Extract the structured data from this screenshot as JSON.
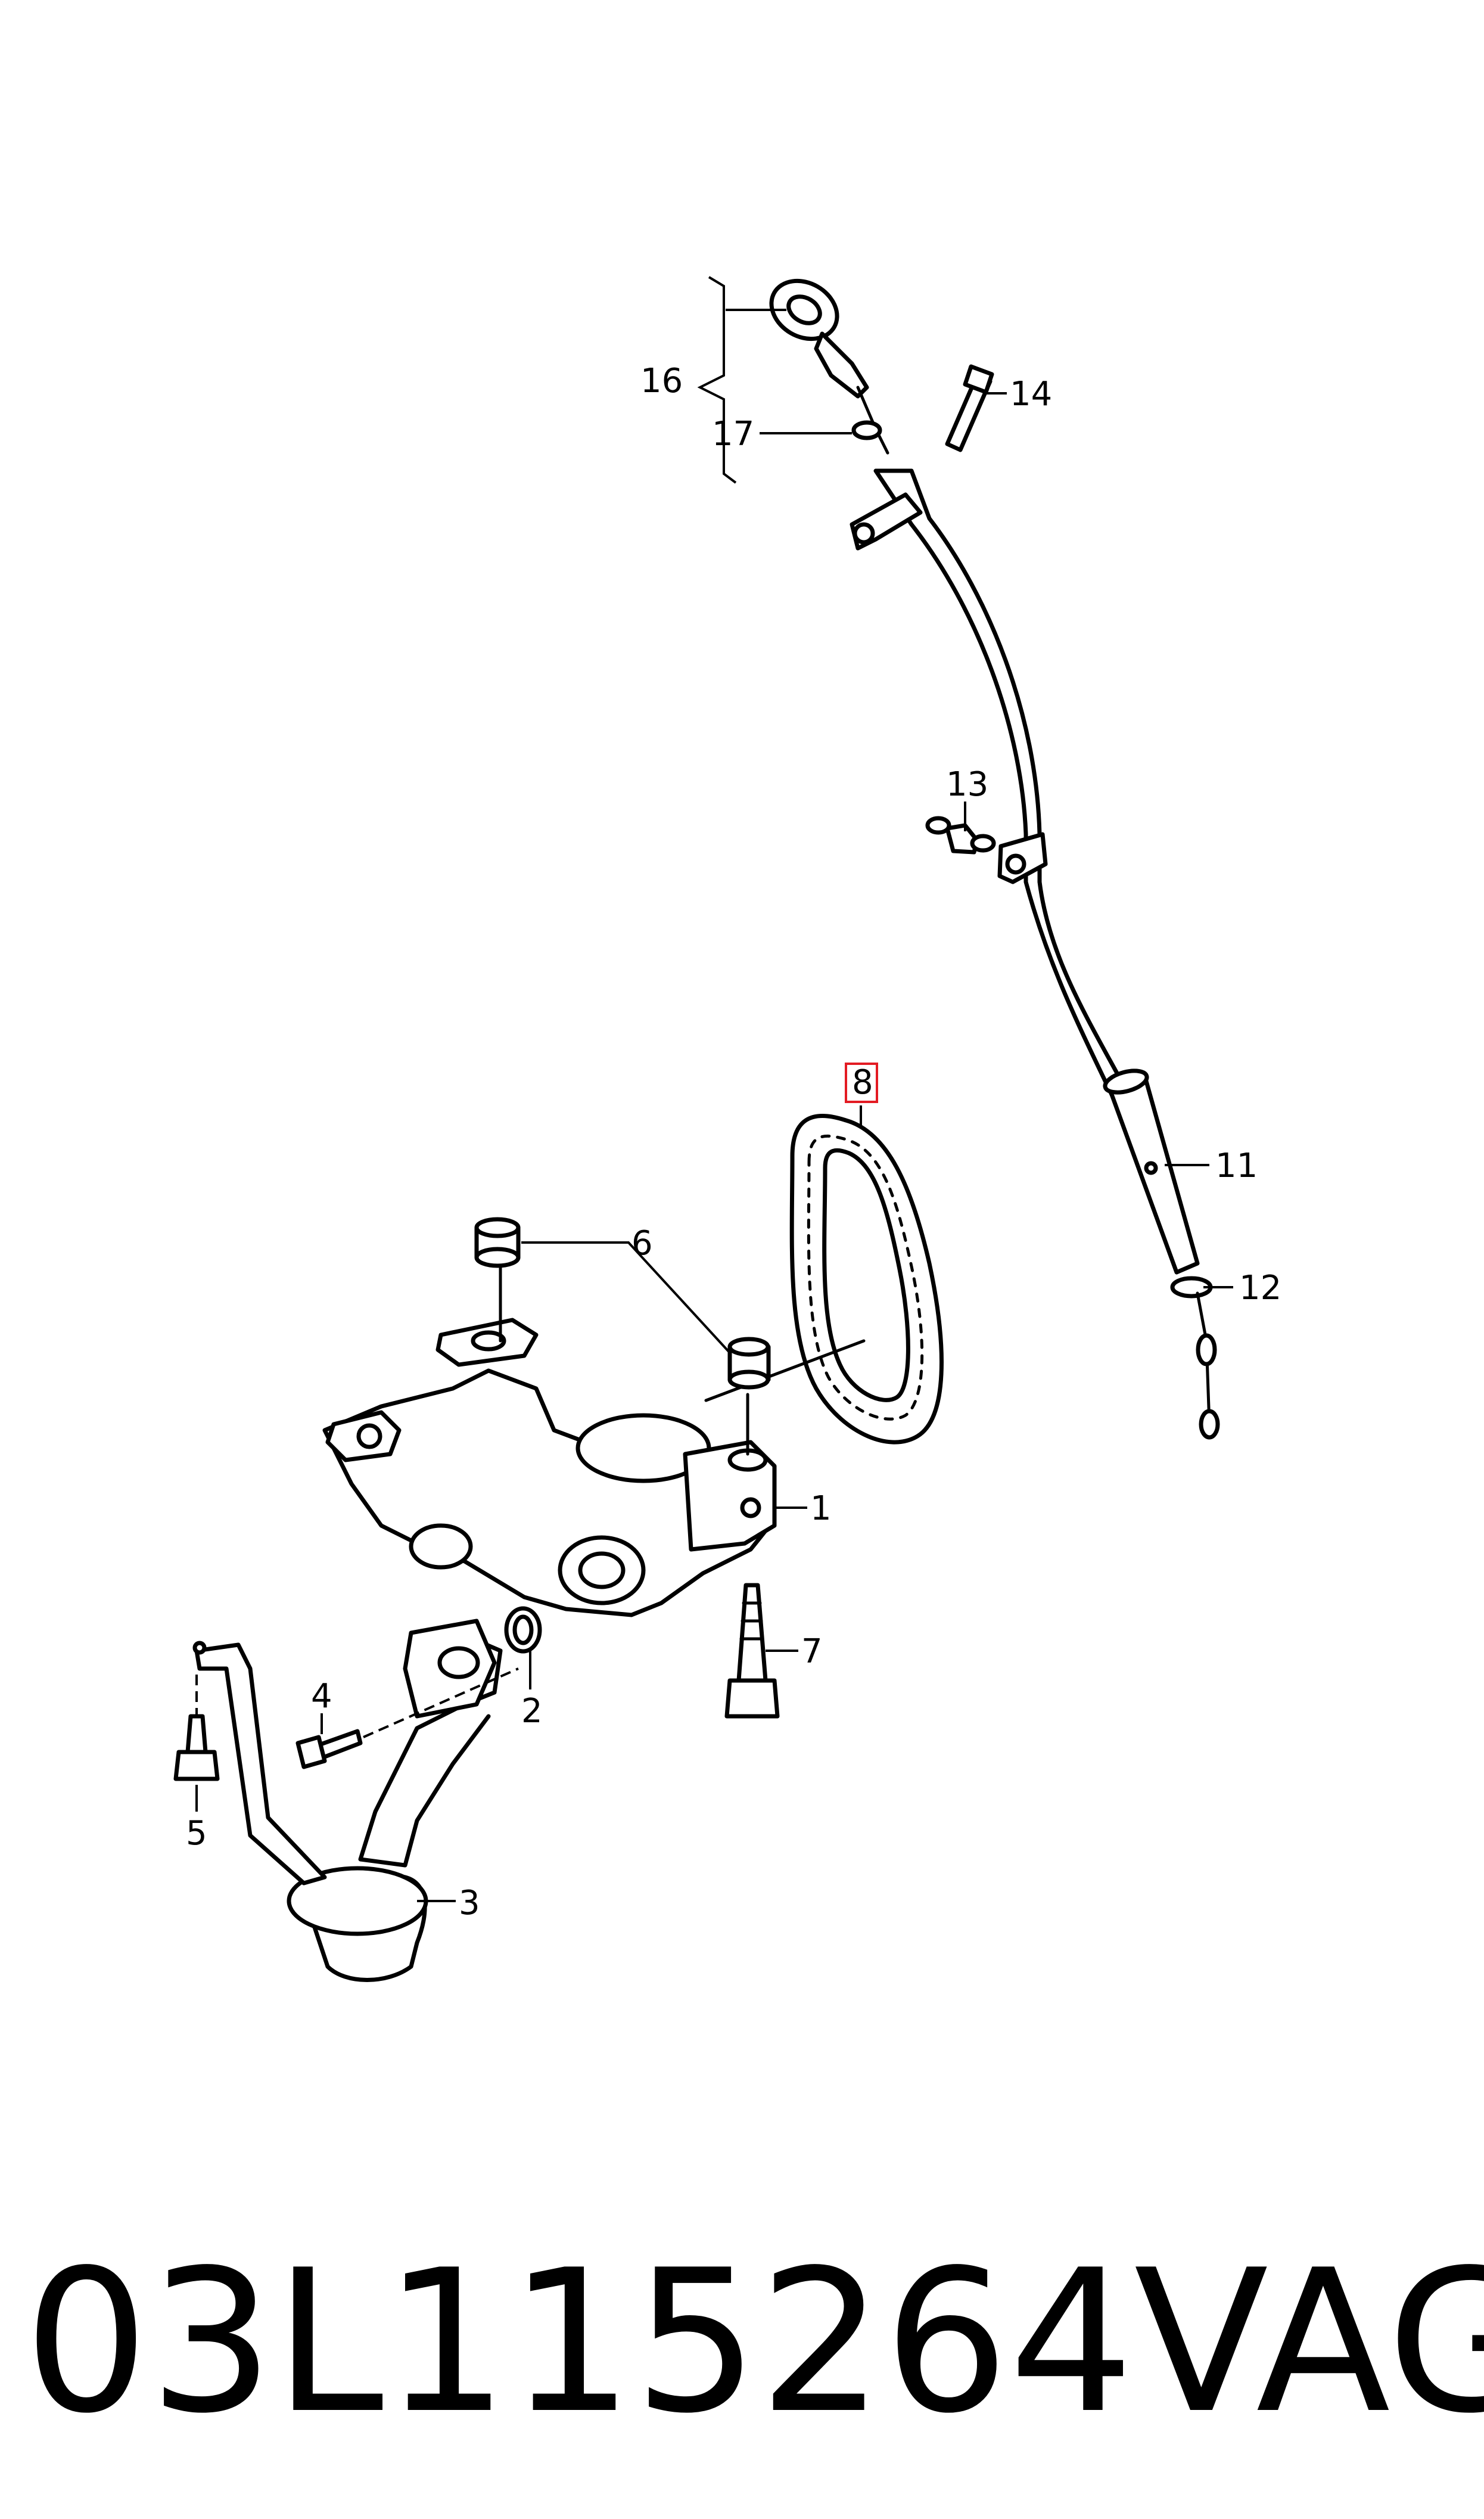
{
  "callouts": {
    "c1": "1",
    "c2": "2",
    "c3": "3",
    "c4": "4",
    "c5": "5",
    "c6": "6",
    "c7": "7",
    "c8": "8",
    "c11": "11",
    "c12": "12",
    "c13": "13",
    "c14": "14",
    "c16": "16",
    "c17": "17"
  },
  "caption": {
    "part_number": "03L115264",
    "brand": "VAG"
  },
  "highlight_color": "#e31b23"
}
